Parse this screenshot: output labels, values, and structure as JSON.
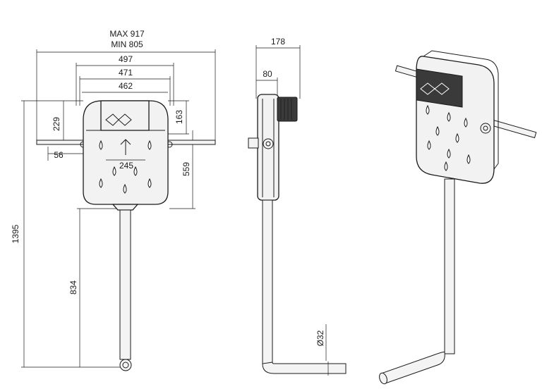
{
  "front_view": {
    "dim_max": "MAX 917",
    "dim_min": "MIN 805",
    "dim_497": "497",
    "dim_471": "471",
    "dim_462": "462",
    "dim_229": "229",
    "dim_163": "163",
    "dim_56": "56",
    "dim_245": "245",
    "dim_559": "559",
    "dim_1395": "1395",
    "dim_834": "834"
  },
  "side_view": {
    "dim_178": "178",
    "dim_80": "80",
    "dim_pipe": "Ø32"
  }
}
